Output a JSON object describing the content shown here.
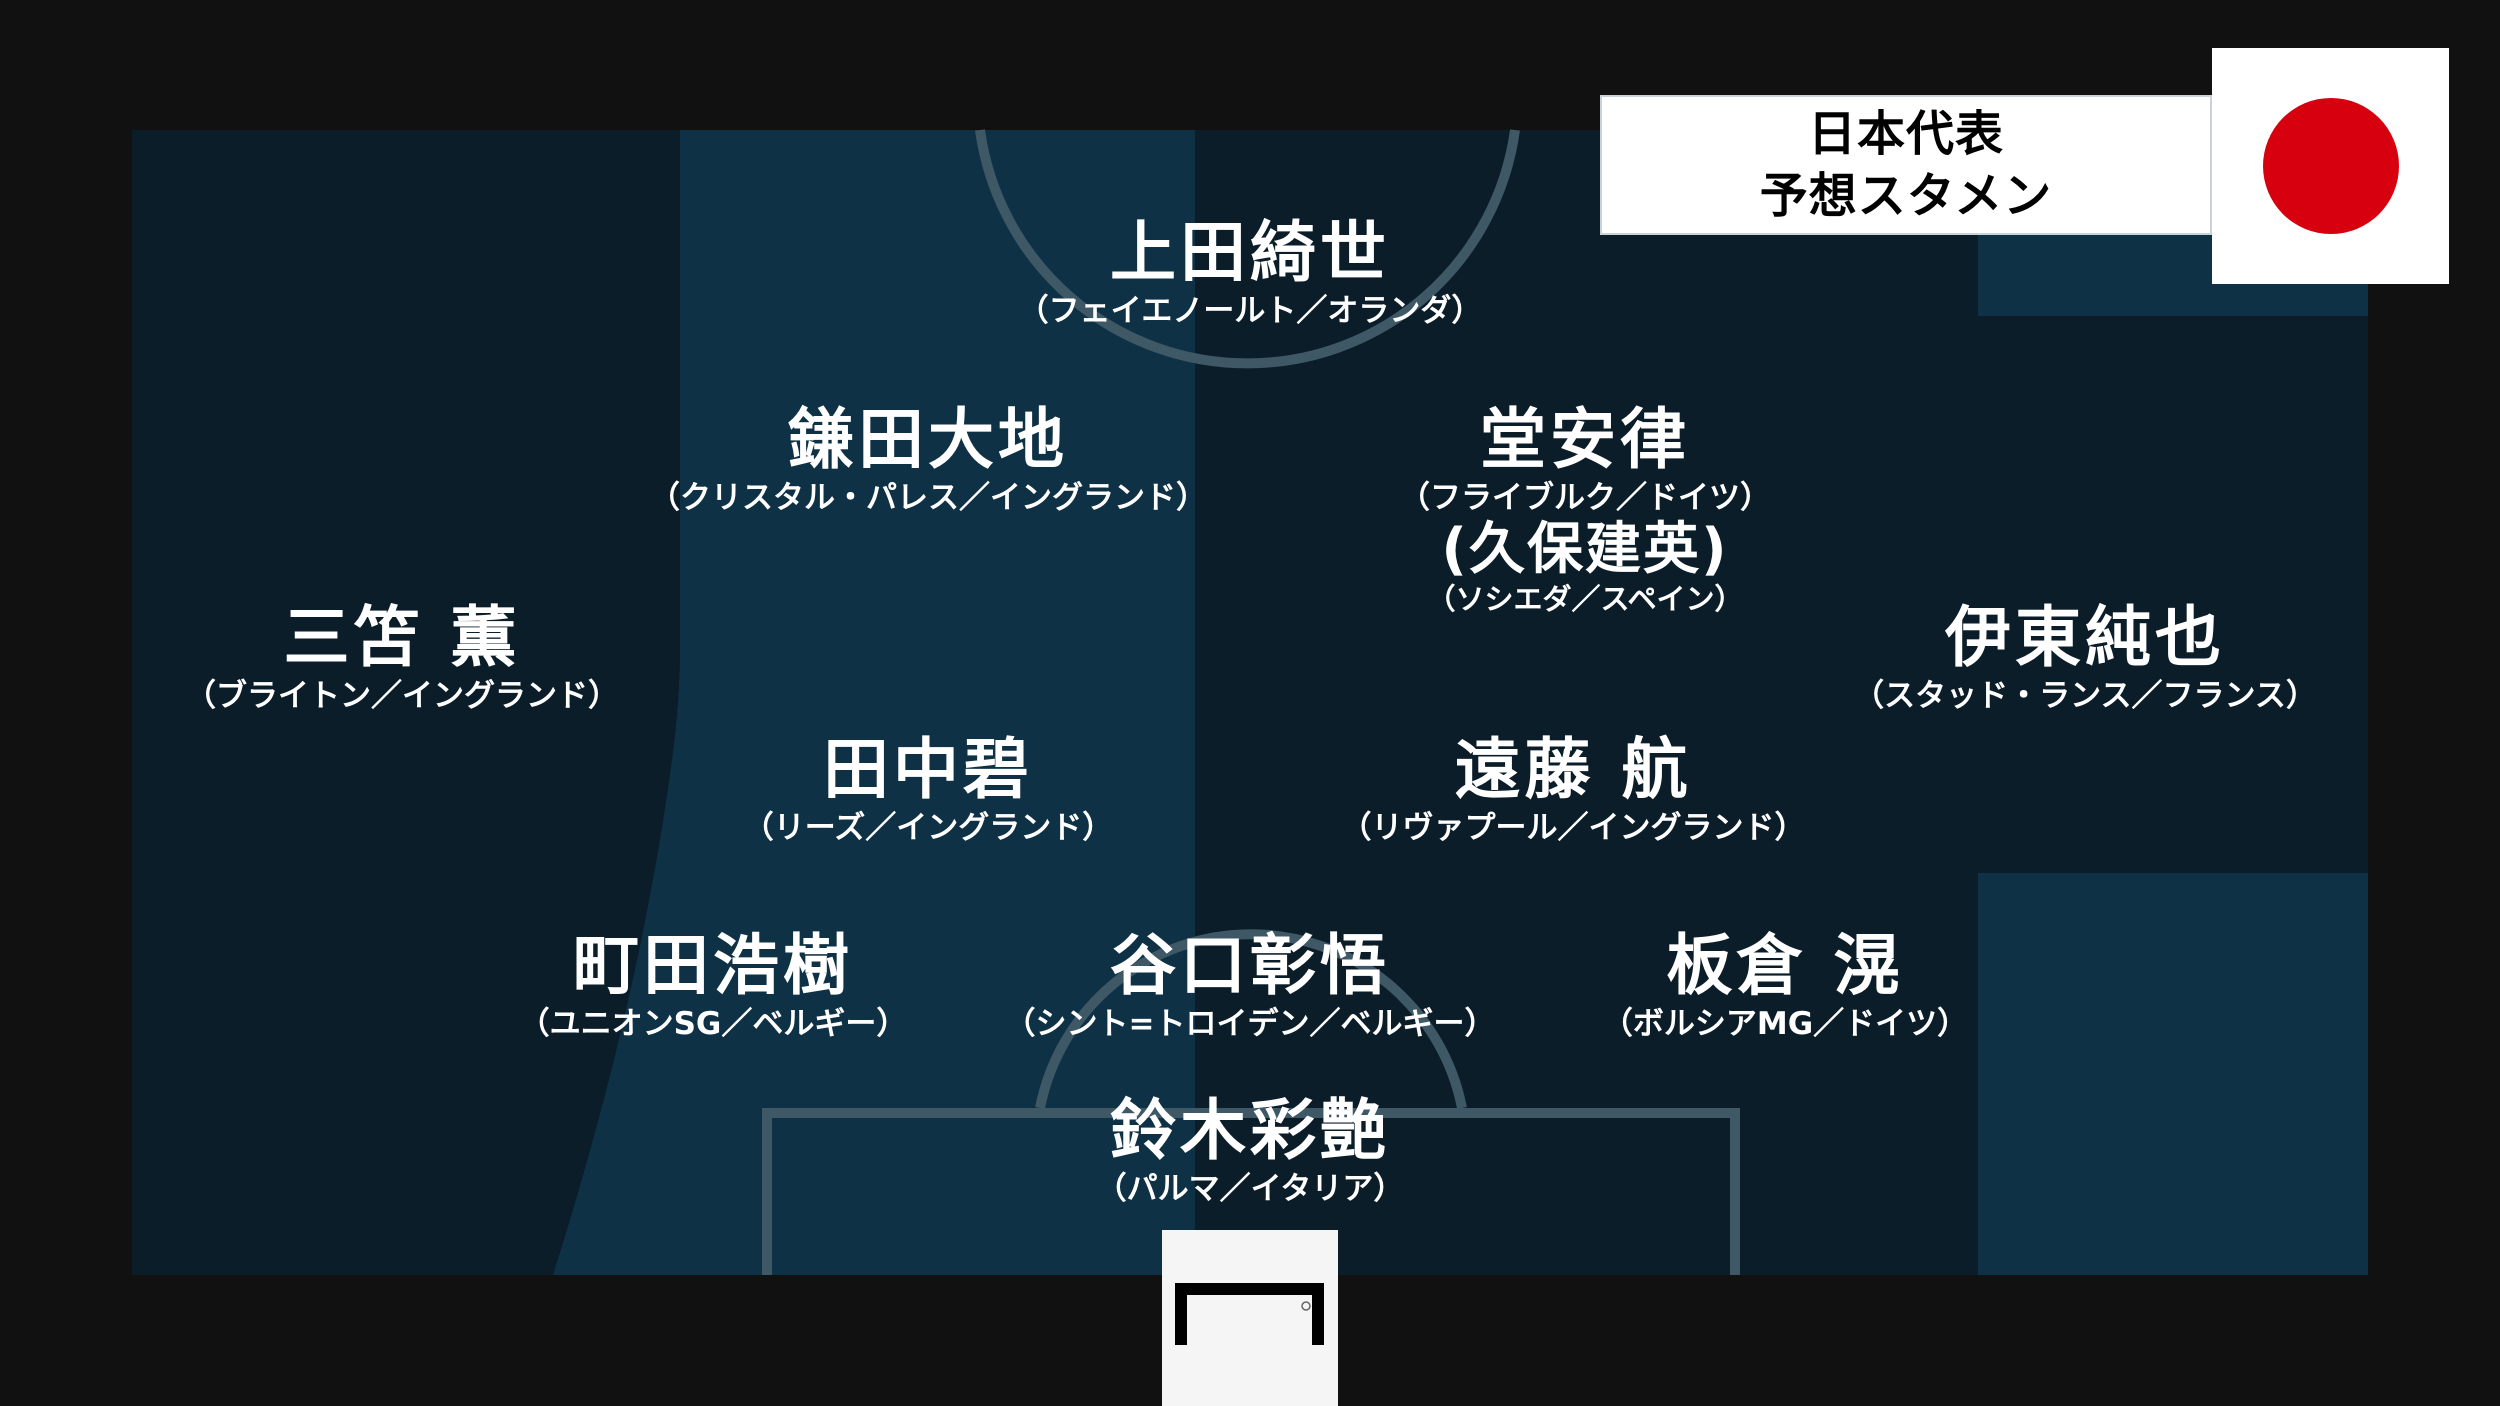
{
  "colors": {
    "background": "#111111",
    "pitch_dark": "#0b1d28",
    "pitch_light": "#0f3145",
    "pitch_lines": "#3e5866",
    "flag_red": "#d7000f",
    "flag_white": "#ffffff",
    "text": "#ffffff"
  },
  "header": {
    "title_line1": "日本代表",
    "title_line2": "予想スタメン",
    "flag_icon": "japan-flag-icon"
  },
  "formation": {
    "forward": {
      "name": "上田綺世",
      "club": "（フェイエノールト／オランダ）"
    },
    "attacking_mid_left": {
      "name": "鎌田大地",
      "club": "（クリスタル・パレス／イングランド）"
    },
    "attacking_mid_right": {
      "name": "堂安律",
      "club": "（フライブルク／ドイツ）",
      "alt_name": "(久保建英)",
      "alt_club": "（ソシエダ／スペイン）"
    },
    "wing_left": {
      "name": "三笘 薫",
      "club": "（ブライトン／イングランド）"
    },
    "wing_right": {
      "name": "伊東純也",
      "club": "（スタッド・ランス／フランス）"
    },
    "defensive_mid_left": {
      "name": "田中碧",
      "club": "（リーズ／イングランド）"
    },
    "defensive_mid_right": {
      "name": "遠藤 航",
      "club": "（リヴァプール／イングランド）"
    },
    "center_back_left": {
      "name": "町田浩樹",
      "club": "（ユニオンSG／ベルギー）"
    },
    "center_back_middle": {
      "name": "谷口彰悟",
      "club": "（シント=トロイデン／ベルギー）"
    },
    "center_back_right": {
      "name": "板倉 滉",
      "club": "（ボルシアMG／ドイツ）"
    },
    "goalkeeper": {
      "name": "鈴木彩艶",
      "club": "（パルマ／イタリア）"
    }
  },
  "footer": {
    "logo_icon": "goal-logo-icon"
  }
}
